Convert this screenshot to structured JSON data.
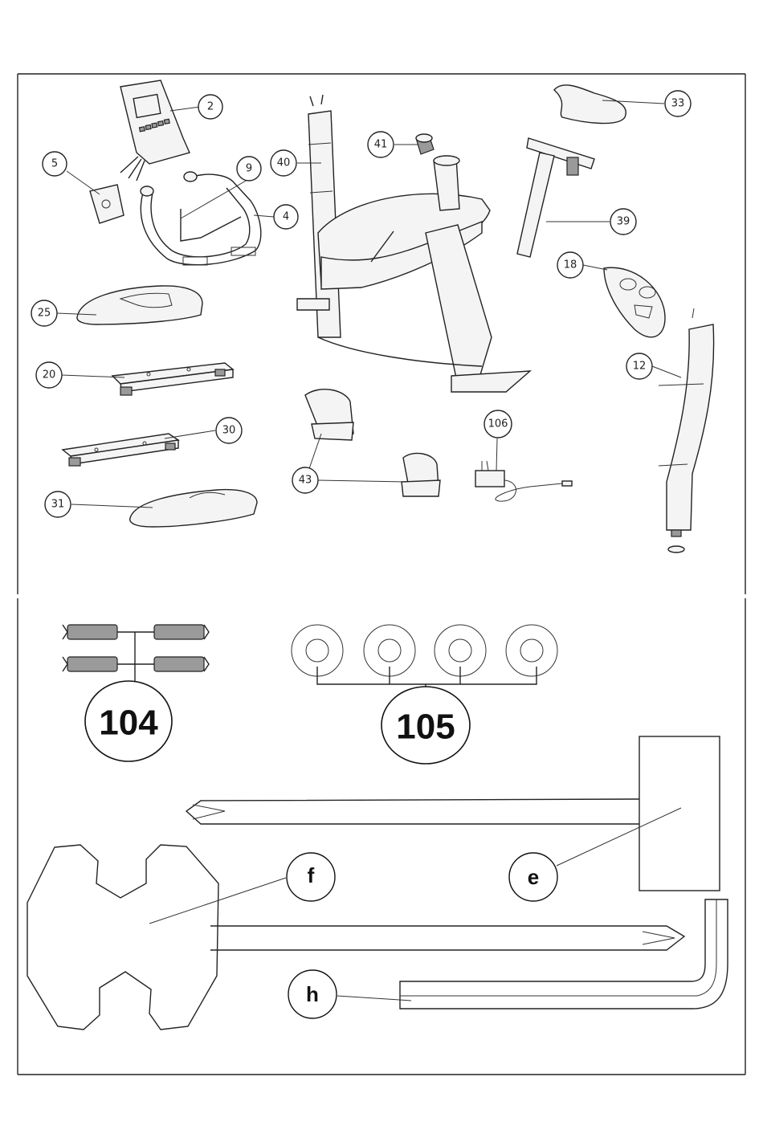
{
  "callouts": {
    "c2": "2",
    "c5": "5",
    "c9": "9",
    "c4": "4",
    "c25": "25",
    "c20": "20",
    "c30": "30",
    "c31": "31",
    "c40": "40",
    "c41": "41",
    "c43": "43",
    "c106": "106",
    "c33": "33",
    "c39": "39",
    "c18": "18",
    "c12": "12"
  },
  "hardware": {
    "screws": "104",
    "washers": "105"
  },
  "tools": {
    "e": "e",
    "f": "f",
    "h": "h"
  }
}
